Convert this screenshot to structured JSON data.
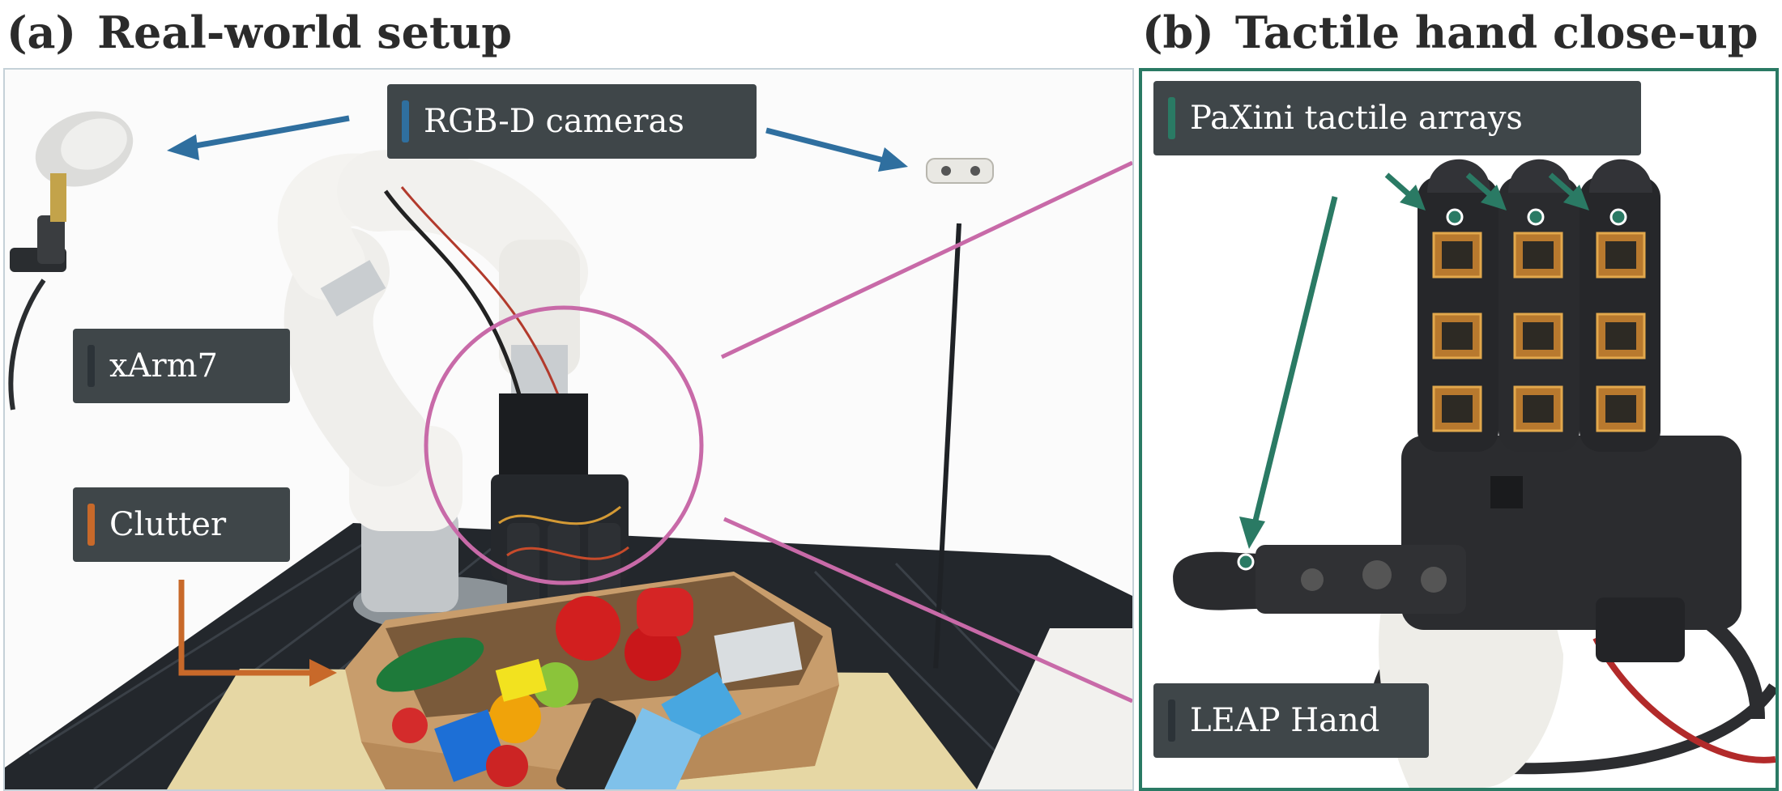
{
  "panel_a": {
    "tag": "(a)",
    "title": "Real-world setup",
    "labels": {
      "cameras": "RGB-D cameras",
      "arm": "xArm7",
      "clutter": "Clutter"
    }
  },
  "panel_b": {
    "tag": "(b)",
    "title": "Tactile hand close-up",
    "labels": {
      "tactile": "PaXini tactile arrays",
      "hand": "LEAP Hand"
    }
  },
  "colors": {
    "camera_accent": "#2f6f9f",
    "arm_accent": "#2c3338",
    "clutter_accent": "#c8692a",
    "tactile_accent": "#2a7a64",
    "hand_accent": "#2c3338",
    "zoom_circle": "#c86aa8",
    "label_bg": "#3f4649"
  }
}
